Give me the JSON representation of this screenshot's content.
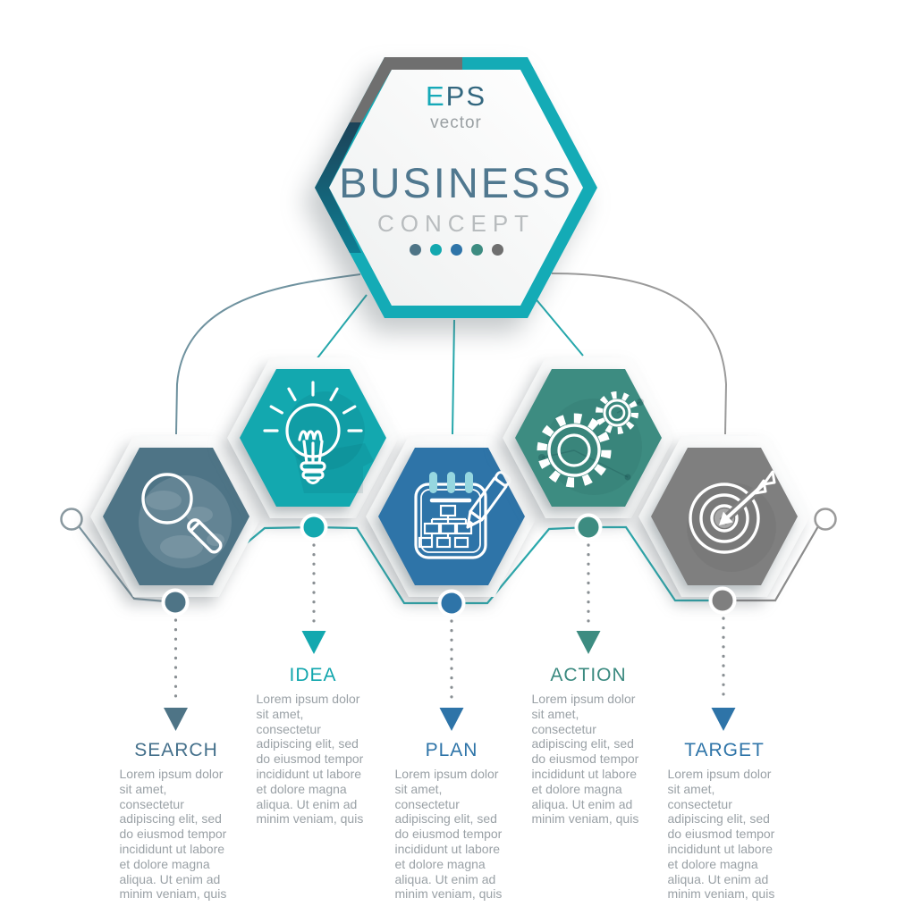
{
  "header": {
    "eps": "EPS",
    "eps_sub": "vector",
    "title": "BUSINESS",
    "subtitle": "CONCEPT"
  },
  "palette": {
    "slate": "#4E7486",
    "teal": "#13A8AF",
    "blue": "#2E74A8",
    "teal_green": "#3D8C81",
    "gray": "#7F7F7F",
    "hex_border_teal": "#14ABB6",
    "hex_border_gray": "#6F6F6F",
    "title_text": "#50788F",
    "subtitle_text": "#B8BCBE",
    "body_text": "#9AA1A6"
  },
  "concept_dots": [
    "#4E7486",
    "#13A8AF",
    "#2E74A8",
    "#3D8C81",
    "#6F6F6F"
  ],
  "steps": [
    {
      "label": "SEARCH",
      "icon": "magnifier-globe-icon",
      "hex_color": "#4E7486",
      "label_color": "#44708B",
      "description": "Lorem ipsum dolor sit amet, consectetur adipiscing elit, sed do eiusmod tempor incididunt ut labore et dolore magna aliqua. Ut enim ad minim veniam, quis"
    },
    {
      "label": "IDEA",
      "icon": "lightbulb-head-icon",
      "hex_color": "#13A8AF",
      "label_color": "#11A6AD",
      "description": "Lorem ipsum dolor sit amet, consectetur adipiscing elit, sed do eiusmod tempor incididunt ut labore et dolore magna aliqua. Ut enim ad minim veniam, quis"
    },
    {
      "label": "PLAN",
      "icon": "notepad-pencil-icon",
      "hex_color": "#2E74A8",
      "label_color": "#2E74A8",
      "description": "Lorem ipsum dolor sit amet, consectetur adipiscing elit, sed do eiusmod tempor incididunt ut labore et dolore magna aliqua. Ut enim ad minim veniam, quis"
    },
    {
      "label": "ACTION",
      "icon": "gears-icon",
      "hex_color": "#3D8C81",
      "label_color": "#3B8A80",
      "description": "Lorem ipsum dolor sit amet, consectetur adipiscing elit, sed do eiusmod tempor incididunt ut labore et dolore magna aliqua. Ut enim ad minim veniam, quis"
    },
    {
      "label": "TARGET",
      "icon": "target-arrow-icon",
      "hex_color": "#7F7F7F",
      "label_color": "#2E74A8",
      "description": "Lorem ipsum dolor sit amet, consectetur adipiscing elit, sed do eiusmod tempor incididunt ut labore et dolore magna aliqua. Ut enim ad minim veniam, quis"
    }
  ]
}
